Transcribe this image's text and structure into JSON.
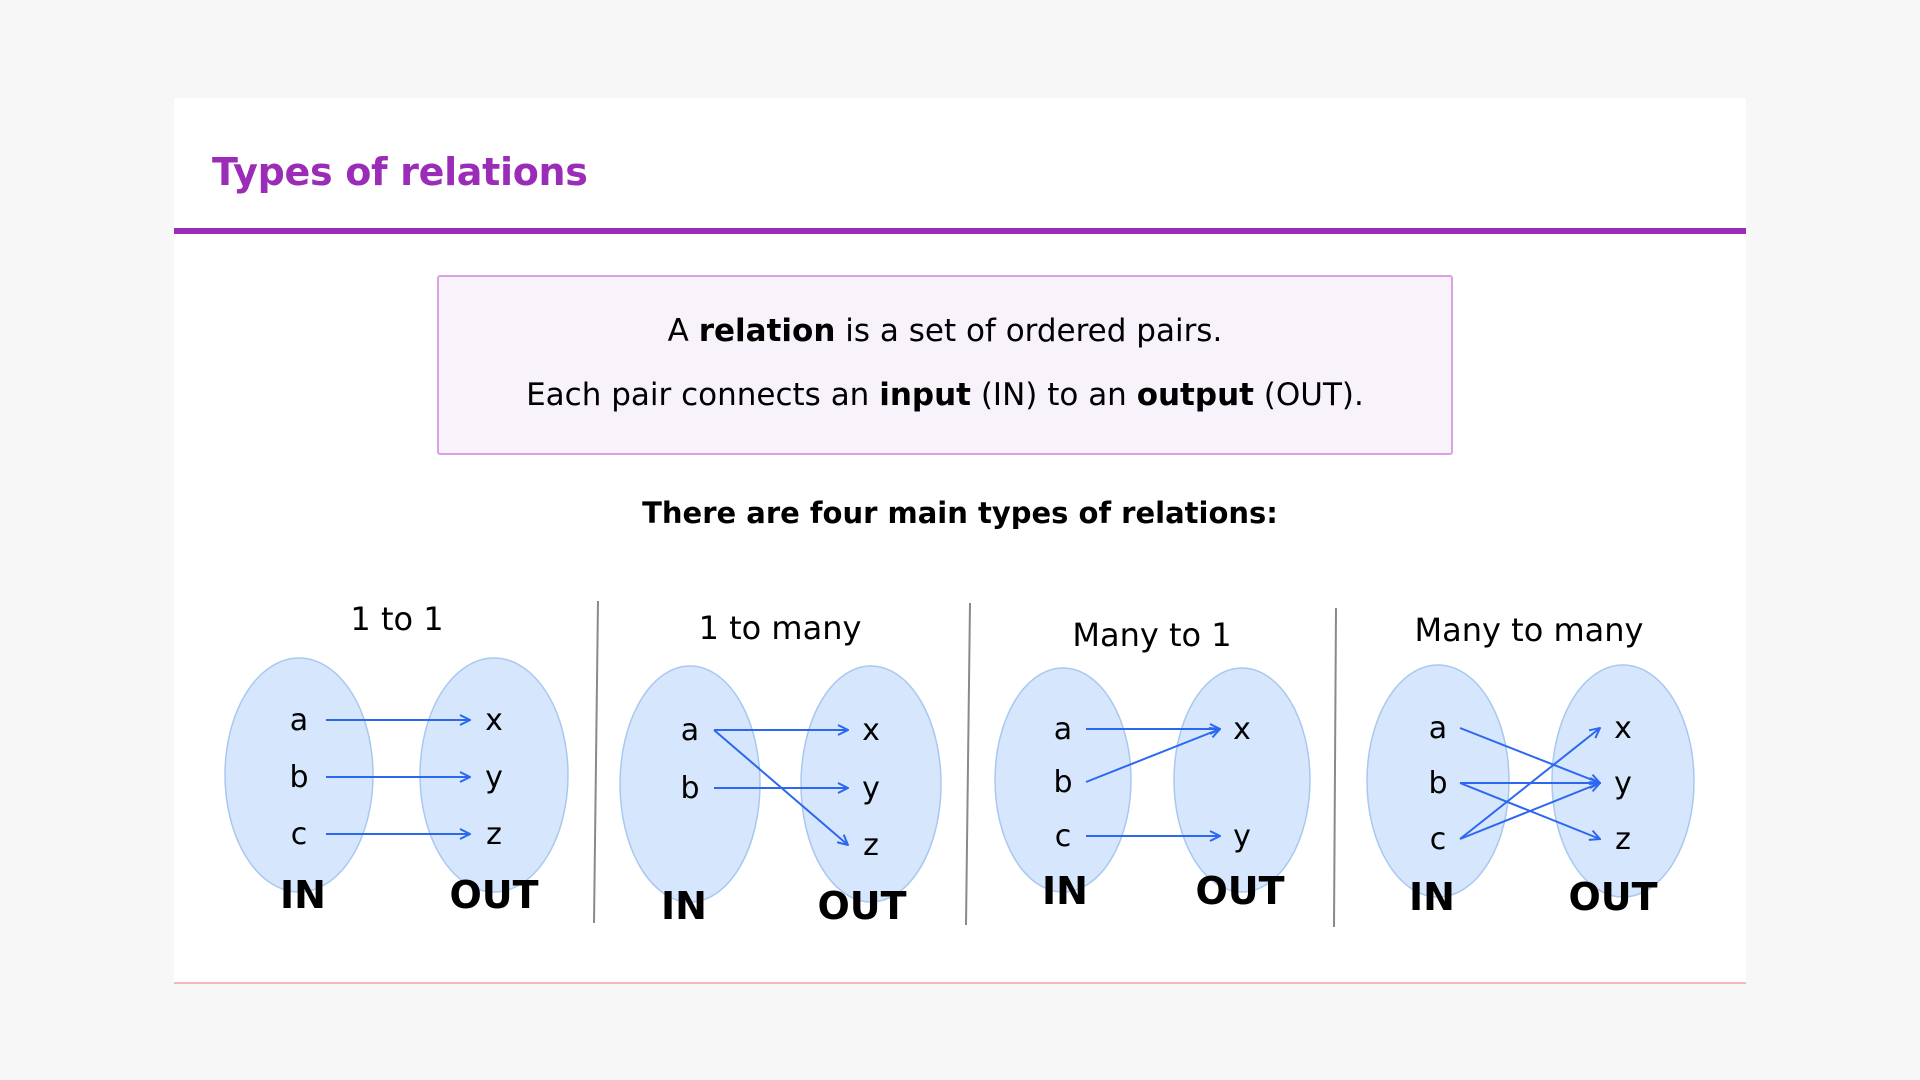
{
  "slide": {
    "title": "Types of relations",
    "definition": {
      "line1": {
        "pre": "A ",
        "bold": "relation",
        "post": " is a set of ordered pairs."
      },
      "line2": {
        "pre": "Each pair connects an ",
        "bold1": "input",
        "mid": " (IN) to an ",
        "bold2": "output",
        "post": " (OUT)."
      }
    },
    "lead": "There are four main types of relations:"
  },
  "colors": {
    "accent": "#9b2cb7",
    "box_fill": "#f8f2fa",
    "box_border": "#d9a2e1",
    "ellipse_fill": "#d6e7fd",
    "ellipse_stroke": "#a9c8ef",
    "arrow": "#2b67f0"
  },
  "diagrams": [
    {
      "title": "1 to 1",
      "in_label": "IN",
      "out_label": "OUT",
      "inputs": [
        "a",
        "b",
        "c"
      ],
      "outputs": [
        "x",
        "y",
        "z"
      ],
      "pairs": [
        [
          "a",
          "x"
        ],
        [
          "b",
          "y"
        ],
        [
          "c",
          "z"
        ]
      ]
    },
    {
      "title": "1 to many",
      "in_label": "IN",
      "out_label": "OUT",
      "inputs": [
        "a",
        "b"
      ],
      "outputs": [
        "x",
        "y",
        "z"
      ],
      "pairs": [
        [
          "a",
          "x"
        ],
        [
          "a",
          "z"
        ],
        [
          "b",
          "y"
        ]
      ]
    },
    {
      "title": "Many to 1",
      "in_label": "IN",
      "out_label": "OUT",
      "inputs": [
        "a",
        "b",
        "c"
      ],
      "outputs": [
        "x",
        "y"
      ],
      "pairs": [
        [
          "a",
          "x"
        ],
        [
          "b",
          "x"
        ],
        [
          "c",
          "y"
        ]
      ]
    },
    {
      "title": "Many to many",
      "in_label": "IN",
      "out_label": "OUT",
      "inputs": [
        "a",
        "b",
        "c"
      ],
      "outputs": [
        "x",
        "y",
        "z"
      ],
      "pairs": [
        [
          "a",
          "y"
        ],
        [
          "b",
          "y"
        ],
        [
          "b",
          "z"
        ],
        [
          "c",
          "x"
        ],
        [
          "c",
          "y"
        ]
      ]
    }
  ]
}
